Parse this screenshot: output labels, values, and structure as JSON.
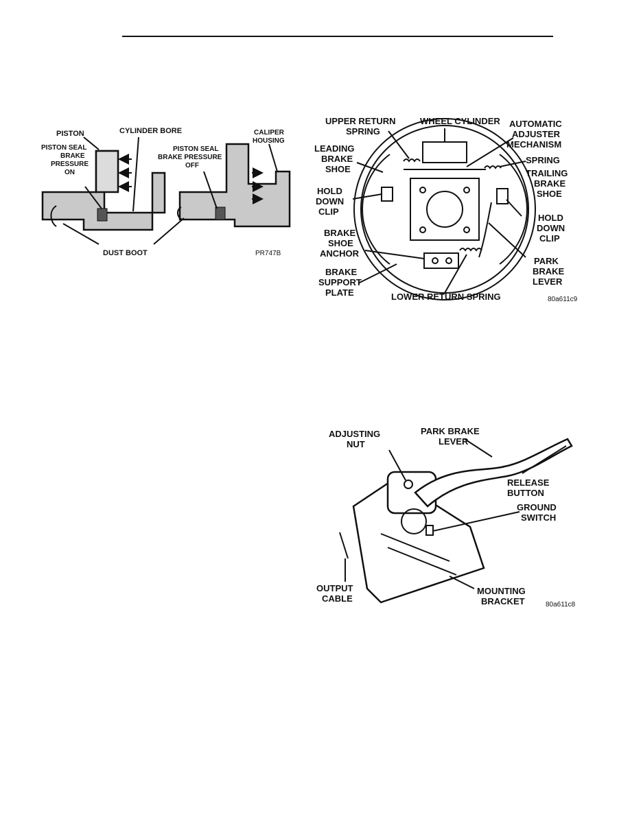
{
  "figure1": {
    "labels": {
      "piston": "PISTON",
      "cylinder_bore": "CYLINDER BORE",
      "seal_on_1": "PISTON SEAL",
      "seal_on_2": "BRAKE",
      "seal_on_3": "PRESSURE",
      "seal_on_4": "ON",
      "seal_off_1": "PISTON SEAL",
      "seal_off_2": "BRAKE PRESSURE",
      "seal_off_3": "OFF",
      "caliper_1": "CALIPER",
      "caliper_2": "HOUSING",
      "dust_boot": "DUST BOOT",
      "code": "PR747B"
    }
  },
  "figure2": {
    "labels": {
      "upper_return_1": "UPPER RETURN",
      "upper_return_2": "SPRING",
      "wheel_cylinder": "WHEEL CYLINDER",
      "auto_adj_1": "AUTOMATIC",
      "auto_adj_2": "ADJUSTER",
      "auto_adj_3": "MECHANISM",
      "leading_1": "LEADING",
      "leading_2": "BRAKE",
      "leading_3": "SHOE",
      "spring": "SPRING",
      "trailing_1": "TRAILING",
      "trailing_2": "BRAKE",
      "trailing_3": "SHOE",
      "hold_l_1": "HOLD",
      "hold_l_2": "DOWN",
      "hold_l_3": "CLIP",
      "hold_r_1": "HOLD",
      "hold_r_2": "DOWN",
      "hold_r_3": "CLIP",
      "anchor_1": "BRAKE",
      "anchor_2": "SHOE",
      "anchor_3": "ANCHOR",
      "park_1": "PARK",
      "park_2": "BRAKE",
      "park_3": "LEVER",
      "support_1": "BRAKE",
      "support_2": "SUPPORT",
      "support_3": "PLATE",
      "lower_return": "LOWER RETURN SPRING",
      "code": "80a611c9"
    }
  },
  "figure3": {
    "labels": {
      "adj_nut_1": "ADJUSTING",
      "adj_nut_2": "NUT",
      "park_lever_1": "PARK BRAKE",
      "park_lever_2": "LEVER",
      "release_1": "RELEASE",
      "release_2": "BUTTON",
      "ground_1": "GROUND",
      "ground_2": "SWITCH",
      "output_1": "OUTPUT",
      "output_2": "CABLE",
      "mounting_1": "MOUNTING",
      "mounting_2": "BRACKET",
      "code": "80a611c8"
    }
  }
}
